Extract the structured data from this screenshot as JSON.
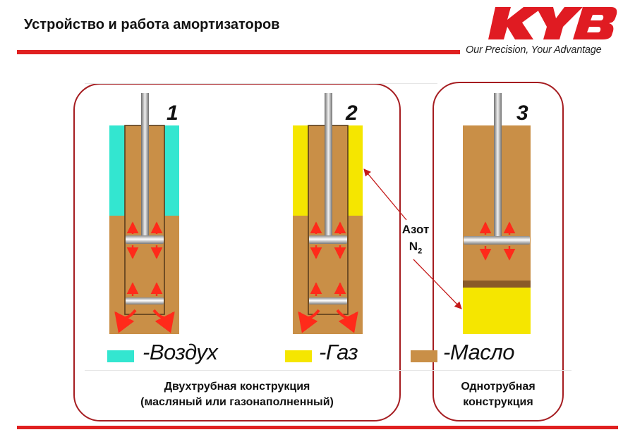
{
  "header": {
    "title": "Устройство и работа амортизаторов",
    "brand_logo_text": "KYB",
    "slogan": "Our Precision, Your Advantage"
  },
  "absorbers": [
    {
      "number": "1",
      "outer_fill": "air"
    },
    {
      "number": "2",
      "outer_fill": "gas"
    },
    {
      "number": "3",
      "outer_fill": "none"
    }
  ],
  "nitrogen_label": {
    "line1": "Азот",
    "line2": "N",
    "subscript": "2"
  },
  "legend": [
    {
      "key": "air",
      "label": "-Воздух",
      "color": "#33e6d0"
    },
    {
      "key": "gas",
      "label": "-Газ",
      "color": "#f5e600"
    },
    {
      "key": "oil",
      "label": "-Масло",
      "color": "#c98f47"
    }
  ],
  "captions": {
    "twin_tube_line1": "Двухтрубная конструкция",
    "twin_tube_line2": "(масляный или газонаполненный)",
    "mono_tube_line1": "Однотрубная",
    "mono_tube_line2": "конструкция"
  },
  "colors": {
    "accent_red": "#e02020",
    "frame_red": "#a51c20",
    "oil": "#c98f47",
    "air": "#33e6d0",
    "gas": "#f5e600",
    "flow_arrow": "#ff2a1a"
  }
}
